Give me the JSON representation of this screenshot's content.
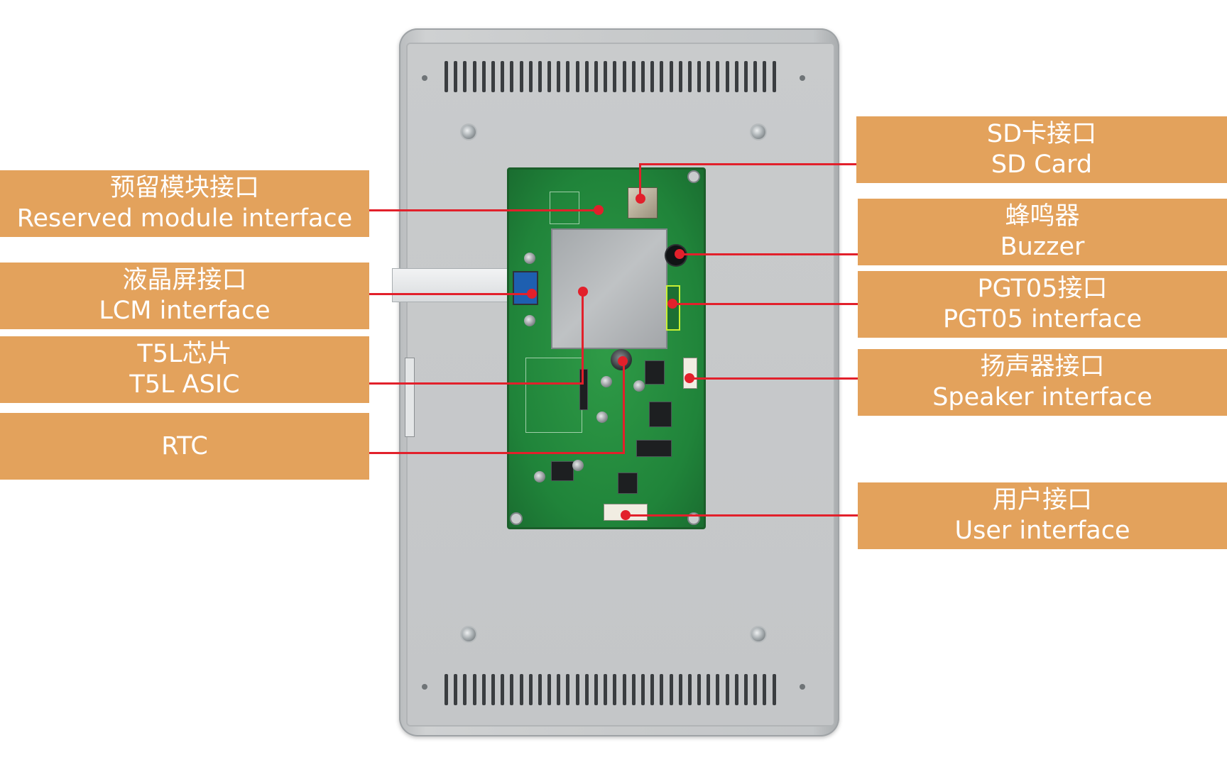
{
  "colors": {
    "label_fill": "#e3a25c",
    "label_text": "#ffffff",
    "leader_line": "#e2202b",
    "pcb_green": "#20843a",
    "enclosure_gray": "#c8cacb"
  },
  "labels": {
    "reserved": {
      "zh": "预留模块接口",
      "en": "Reserved module interface"
    },
    "lcm": {
      "zh": "液晶屏接口",
      "en": "LCM interface"
    },
    "t5l": {
      "zh": "T5L芯片",
      "en": "T5L ASIC"
    },
    "rtc": {
      "en": "RTC"
    },
    "sd": {
      "zh": "SD卡接口",
      "en": "SD Card"
    },
    "buzzer": {
      "zh": "蜂鸣器",
      "en": "Buzzer"
    },
    "pgt05": {
      "zh": "PGT05接口",
      "en": "PGT05 interface"
    },
    "speaker": {
      "zh": "扬声器接口",
      "en": "Speaker interface"
    },
    "user": {
      "zh": "用户接口",
      "en": "User interface"
    }
  }
}
